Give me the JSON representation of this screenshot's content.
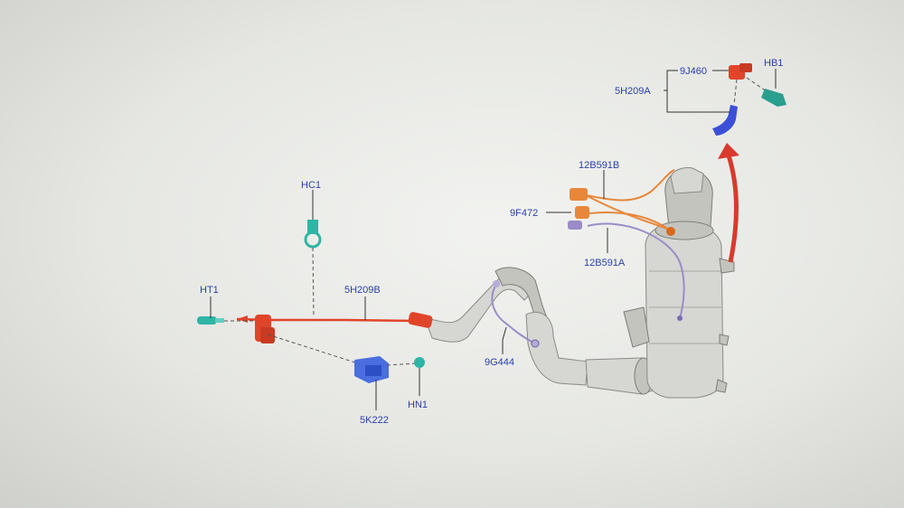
{
  "labels": {
    "hb1": "HB1",
    "j9460": "9J460",
    "h5209a": "5H209A",
    "b12591b": "12B591B",
    "f9472": "9F472",
    "b12591a": "12B591A",
    "hc1": "HC1",
    "ht1": "HT1",
    "h5209b": "5H209B",
    "g9444": "9G444",
    "k5222": "5K222",
    "hn1": "HN1"
  },
  "colors": {
    "label": "#2a3fa8",
    "pipe_red": "#e0452a",
    "hose_orange": "#e8873a",
    "sensor_purple": "#9a8cc8",
    "clip_teal": "#2fb5a5",
    "module_blue": "#4a6ee0",
    "arrow_red": "#d93a2e",
    "metal": "#d6d6d2"
  },
  "icons": {
    "arrow": "red-curved-arrow-icon",
    "clip": "teal-clip-icon",
    "module": "blue-control-module-icon"
  }
}
